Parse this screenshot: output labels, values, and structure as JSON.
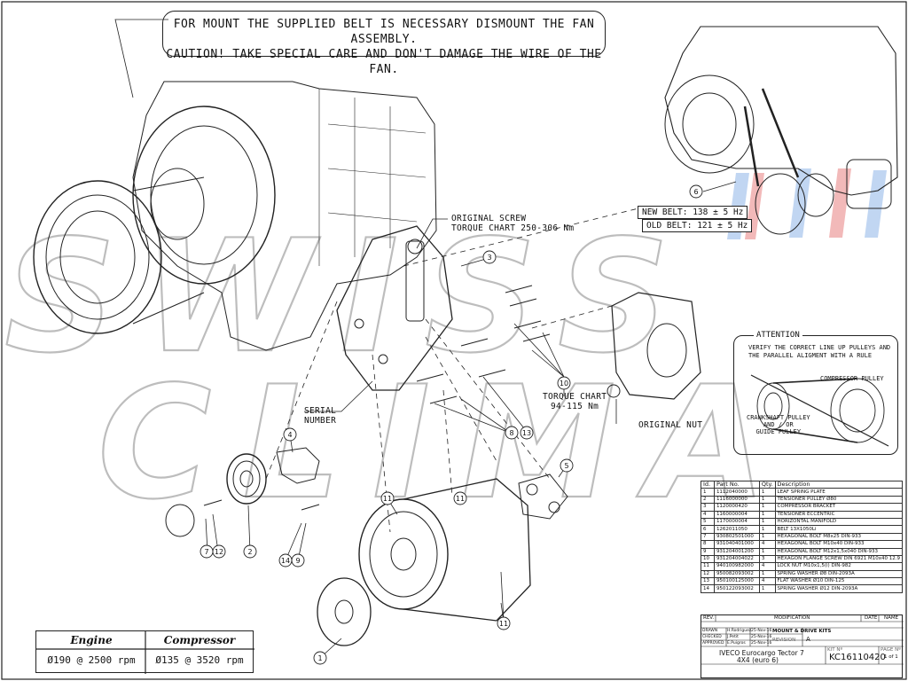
{
  "note": {
    "line1": "FOR MOUNT THE SUPPLIED BELT IS NECESSARY DISMOUNT THE FAN ASSEMBLY.",
    "line2": "CAUTION! TAKE SPECIAL CARE AND DON'T DAMAGE THE WIRE OF THE FAN."
  },
  "watermark": "SWISS CLIMA",
  "callouts": {
    "original_screw_1": "ORIGINAL SCREW",
    "original_screw_2": "TORQUE CHART 250-306 Nm",
    "serial_1": "SERIAL",
    "serial_2": "NUMBER",
    "torque_1": "TORQUE CHART",
    "torque_2": "94-115 Nm",
    "original_nut": "ORIGINAL NUT"
  },
  "belt": {
    "new": "NEW BELT: 138 ± 5 Hz",
    "old": "OLD BELT: 121 ± 5 Hz"
  },
  "attention": {
    "title": "ATTENTION",
    "text": "VERIFY THE CORRECT LINE UP PULLEYS AND THE PARALLEL ALIGMENT WITH A RULE",
    "compressor_pulley": "COMPRESSOR PULLEY",
    "crankshaft_1": "CRANKSHAFT PULLEY",
    "crankshaft_2": "AND / OR",
    "crankshaft_3": "GUIDE PULLEY"
  },
  "balloons": [
    "1",
    "2",
    "3",
    "4",
    "5",
    "6",
    "7",
    "8",
    "9",
    "10",
    "11",
    "12",
    "13",
    "14"
  ],
  "parts_table": {
    "headers": [
      "Id.",
      "Part No.",
      "Qty.",
      "Description"
    ],
    "rows": [
      [
        "1",
        "1112040000",
        "1",
        "LEAF SPRING PLATE"
      ],
      [
        "2",
        "1116000000",
        "1",
        "TENSIONER PULLEY Ø80"
      ],
      [
        "3",
        "1120000420",
        "1",
        "COMPRESSOR BRACKET"
      ],
      [
        "4",
        "1160000004",
        "1",
        "TENSIONER ECCENTRIC"
      ],
      [
        "5",
        "1170000004",
        "1",
        "HORIZONTAL MANIFOLD"
      ],
      [
        "6",
        "1262011050",
        "1",
        "BELT 13X1050Li"
      ],
      [
        "7",
        "930802501000",
        "1",
        "HEXAGONAL BOLT M8x25 DIN-933"
      ],
      [
        "8",
        "931040401000",
        "4",
        "HEXAGONAL BOLT M10x40 DIN-933"
      ],
      [
        "9",
        "931204001200",
        "1",
        "HEXAGONAL BOLT M12x1,5x040 DIN-933"
      ],
      [
        "10",
        "931204004022",
        "3",
        "HEXAGON FLANGE SCREW DIN 6921 M10x40 12.9"
      ],
      [
        "11",
        "940100982000",
        "4",
        "LOCK NUT M10x1,5(i) DIN-982"
      ],
      [
        "12",
        "950082093002",
        "1",
        "SPRING WASHER Ø8 DIN-2093A"
      ],
      [
        "13",
        "950100125000",
        "4",
        "FLAT WASHER Ø10 DIN-125"
      ],
      [
        "14",
        "950122093002",
        "1",
        "SPRING WASHER Ø12 DIN-2093A"
      ]
    ]
  },
  "title_block": {
    "rev": "REV.",
    "modification": "MODIFICATION",
    "date": "DATE",
    "name": "NAME",
    "drawn": "DRAWN",
    "drawn_by": "H.Rodriguez",
    "drawn_date": "25-Nov-16",
    "checked": "CHECKED",
    "checked_by": "J.Petit",
    "checked_date": "25-Nov-16",
    "approved": "APPROVED",
    "approved_by": "E.Puigros",
    "approved_date": "25-Nov-16",
    "dept": "MOUNT & DRIVE KITS",
    "revision_label": "REVISION",
    "revision": "A",
    "vehicle_1": "IVECO Eurocargo Tector 7",
    "vehicle_2": "4X4 (euro 6)",
    "kit_label": "KIT Nº",
    "kit": "KC16110420",
    "page_label": "PAGE Nº",
    "page": "1 of 1"
  },
  "spec": {
    "engine_label": "Engine",
    "compressor_label": "Compressor",
    "engine_value": "Ø190 @ 2500 rpm",
    "compressor_value": "Ø135 @ 3520 rpm"
  },
  "colors": {
    "line": "#222222",
    "watermark_light": "#c8c8c8",
    "stripe_red": "#e88080",
    "stripe_blue": "#8fb5e8"
  }
}
